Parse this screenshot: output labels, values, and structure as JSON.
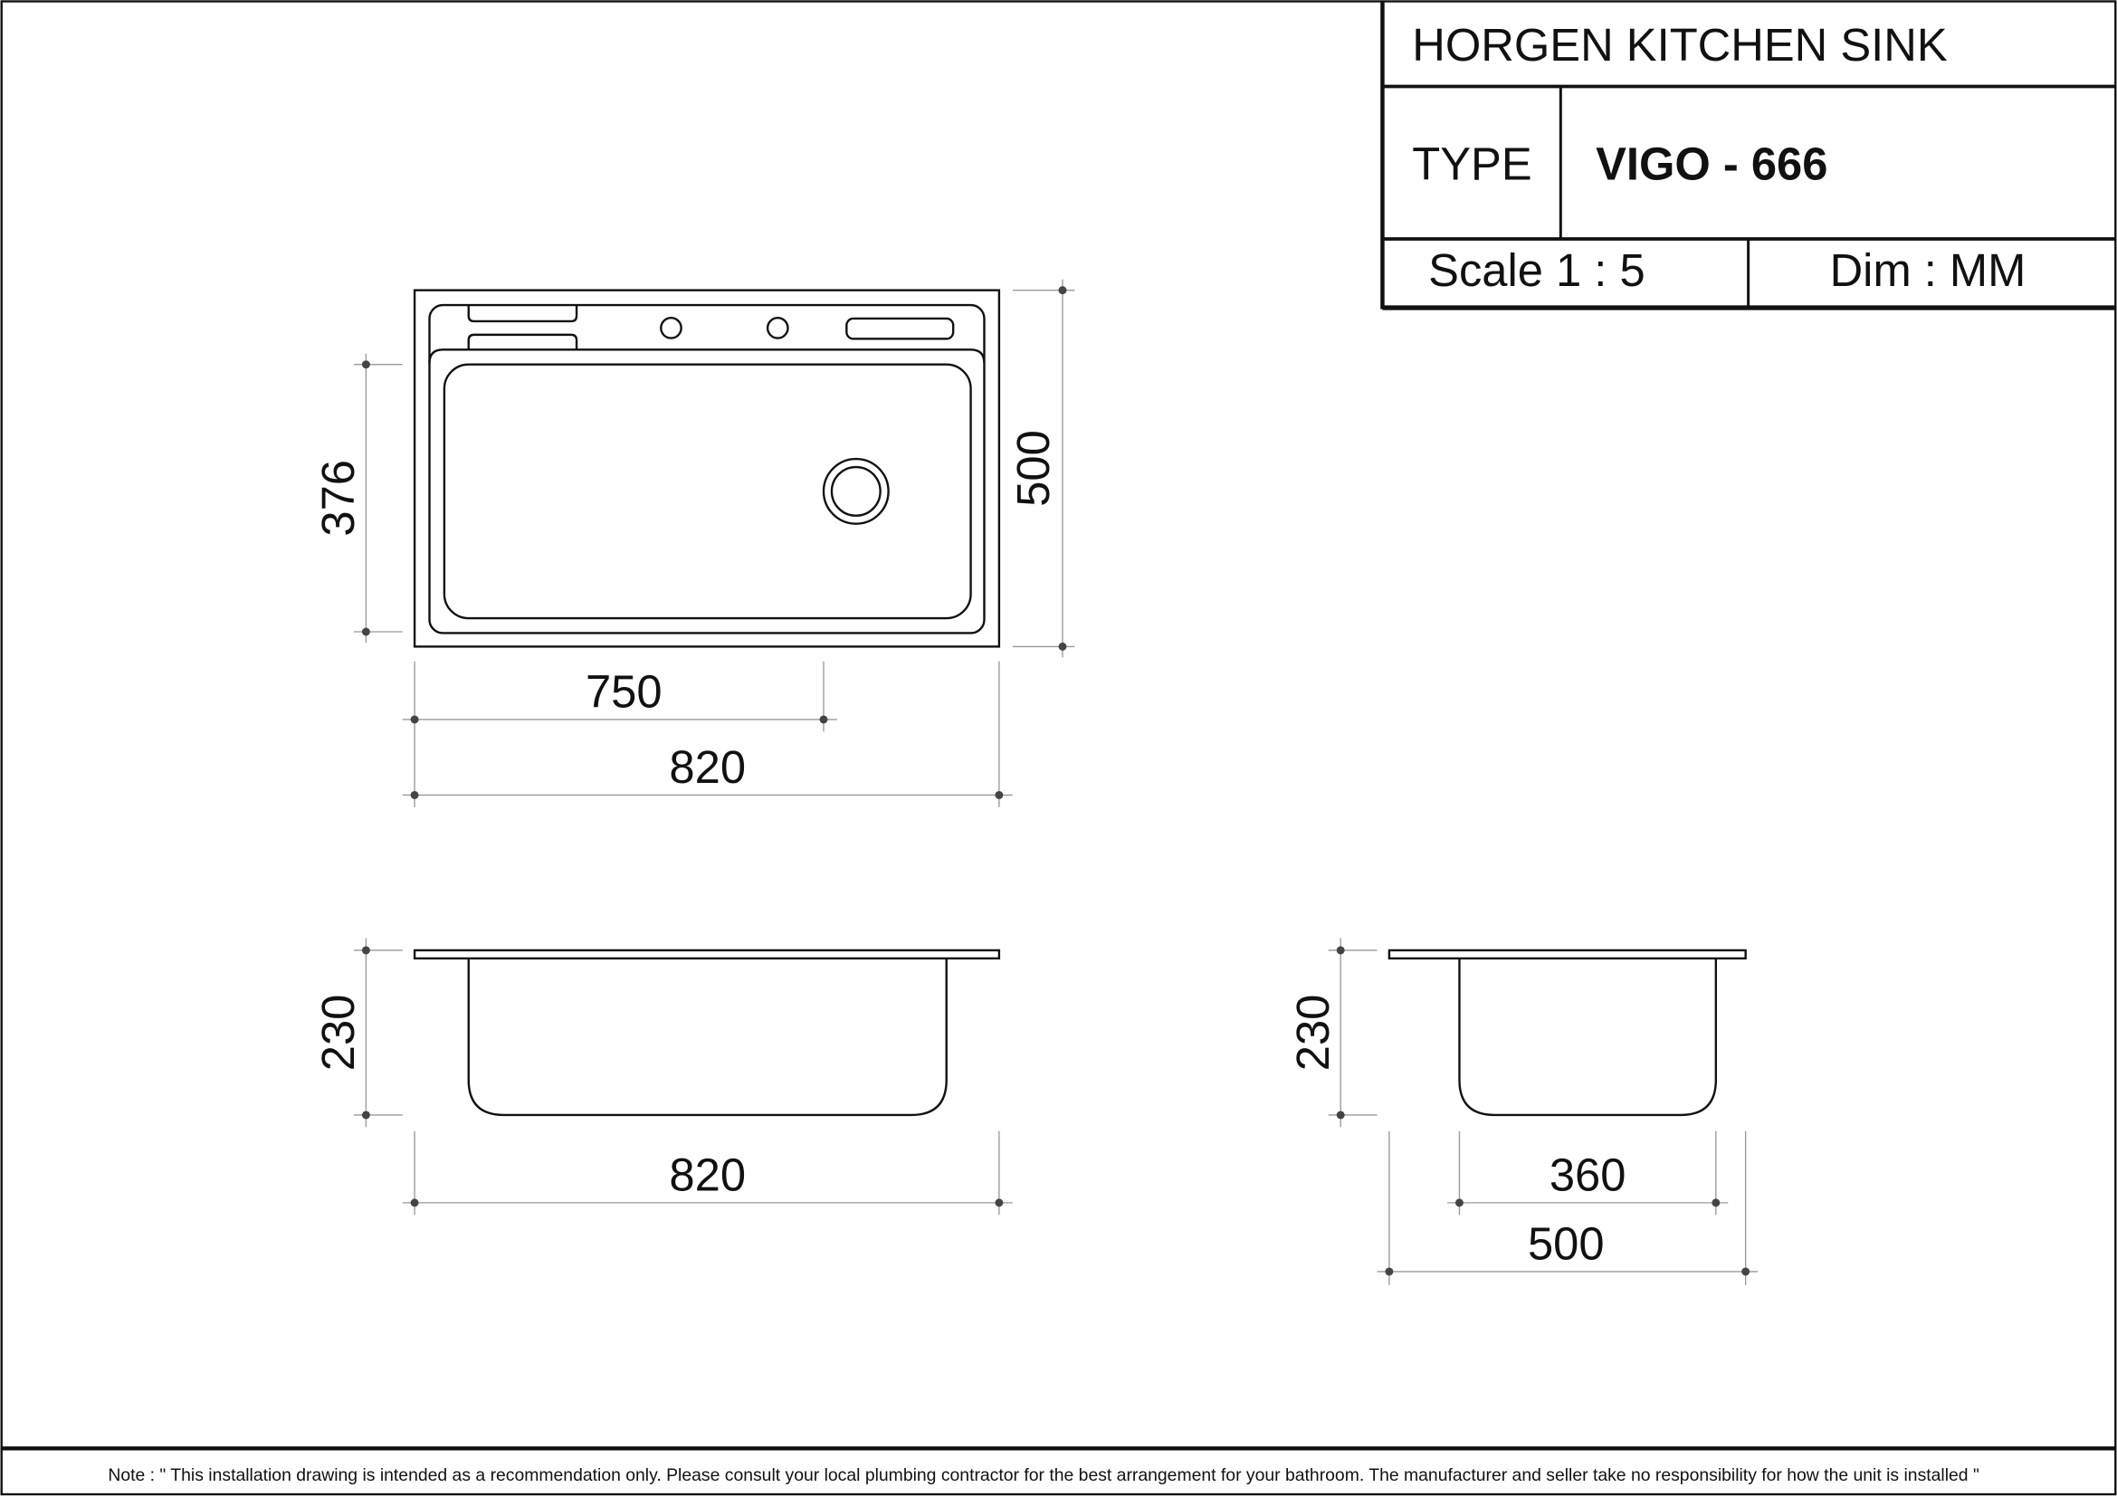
{
  "title_block": {
    "title": "HORGEN KITCHEN SINK",
    "type_label": "TYPE",
    "type_value": "VIGO - 666",
    "scale": "Scale 1 : 5",
    "dim_unit": "Dim : MM"
  },
  "top_view": {
    "bowl_length": "376",
    "overall_depth": "500",
    "bowl_width": "750",
    "overall_width": "820"
  },
  "front_view": {
    "height": "230",
    "overall_width": "820"
  },
  "side_view": {
    "height": "230",
    "bowl_width": "360",
    "overall_depth": "500"
  },
  "footer": {
    "note": "Note : \" This installation drawing is intended as a recommendation only. Please consult your local plumbing contractor for the best arrangement for your bathroom. The manufacturer and seller take no responsibility for how the unit is installed \""
  }
}
